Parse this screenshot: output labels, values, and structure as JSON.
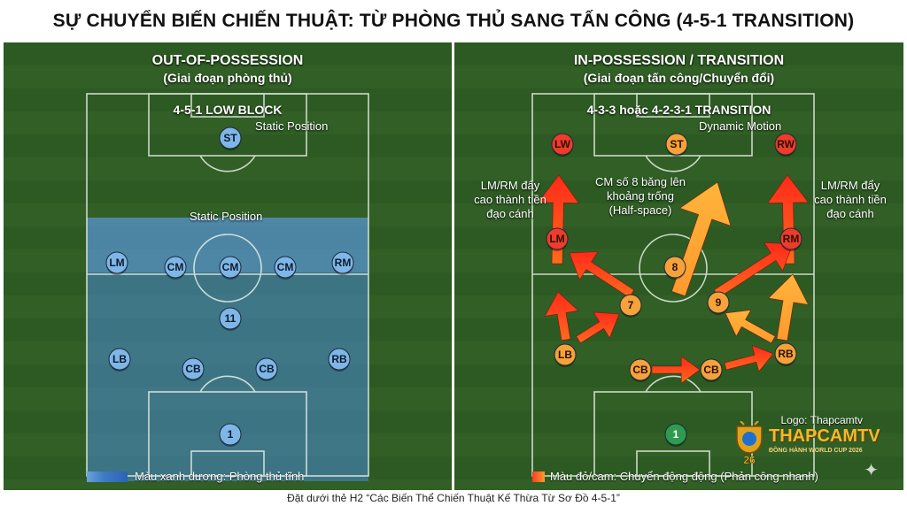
{
  "title": "SỰ CHUYỂN BIẾN CHIẾN THUẬT: TỪ PHÒNG THỦ SANG TẤN CÔNG (4-5-1 TRANSITION)",
  "left": {
    "title": "OUT-OF-POSSESSION",
    "subtitle": "(Giai đoạn phòng thủ)",
    "formation": "4-5-1 LOW BLOCK",
    "note_top": "Static Position",
    "note_mid": "Static Position",
    "legend": "Màu xanh dương: Phòng thủ tĩnh",
    "players": [
      "ST",
      "LM",
      "CM",
      "CM",
      "CM",
      "RM",
      "11",
      "LB",
      "CB",
      "CB",
      "RB",
      "1"
    ]
  },
  "right": {
    "title": "IN-POSSESSION / TRANSITION",
    "subtitle": "(Giai đoạn tấn công/Chuyển đổi)",
    "formation": "4-3-3 hoặc 4-2-3-1 TRANSITION",
    "note_top": "Dynamic Motion",
    "note_left": [
      "LM/RM đẩy",
      "cao thành tiền",
      "đạo cánh"
    ],
    "note_right": [
      "LM/RM đẩy",
      "cao thành tiền",
      "đạo cánh"
    ],
    "note_center": [
      "CM số 8 băng lên",
      "khoảng trống",
      "(Half-space)"
    ],
    "legend": "Màu đỏ/cam: Chuyển động động (Phản công nhanh)",
    "players": [
      "LW",
      "ST",
      "RW",
      "LM",
      "8",
      "RM",
      "7",
      "9",
      "LB",
      "CB",
      "CB",
      "RB",
      "1"
    ]
  },
  "logo_credit": "Logo: Thapcamtv",
  "brand": {
    "name": "THAPCAMTV",
    "tagline": "ĐỒNG HÀNH WORLD CUP 2026",
    "number": "26"
  },
  "footer": "Đặt dưới thẻ H2 “Các Biến Thể Chiến Thuật Kế Thừa Từ Sơ Đồ 4-5-1”",
  "colors": {
    "blue_player": "#7fb6e8",
    "red_player": "#ef3b2c",
    "orange_player": "#f6a13a",
    "keeper_right": "#2e9b4f",
    "arrow_red": "#ff3b1f",
    "arrow_orange": "#ff9a2e"
  }
}
